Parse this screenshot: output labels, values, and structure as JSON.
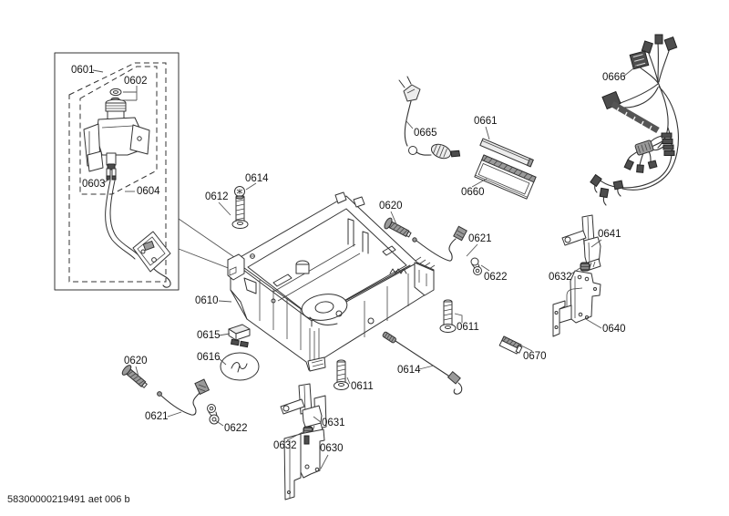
{
  "footer": {
    "code": "58300000219491 aet 006 b"
  },
  "colors": {
    "background": "#ffffff",
    "line": "#333333",
    "label_text": "#141414"
  },
  "callouts": [
    {
      "part": "0601"
    },
    {
      "part": "0602"
    },
    {
      "part": "0603"
    },
    {
      "part": "0604"
    },
    {
      "part": "0612"
    },
    {
      "part": "0614"
    },
    {
      "part": "0610"
    },
    {
      "part": "0615"
    },
    {
      "part": "0616"
    },
    {
      "part": "0620"
    },
    {
      "part": "0621"
    },
    {
      "part": "0622"
    },
    {
      "part": "0665"
    },
    {
      "part": "0661"
    },
    {
      "part": "0660"
    },
    {
      "part": "0666"
    },
    {
      "part": "0641"
    },
    {
      "part": "0632"
    },
    {
      "part": "0640"
    },
    {
      "part": "0611"
    },
    {
      "part": "0614"
    },
    {
      "part": "0670"
    },
    {
      "part": "0620"
    },
    {
      "part": "0621"
    },
    {
      "part": "0622"
    },
    {
      "part": "0631"
    },
    {
      "part": "0632"
    },
    {
      "part": "0630"
    },
    {
      "part": "0611"
    }
  ]
}
